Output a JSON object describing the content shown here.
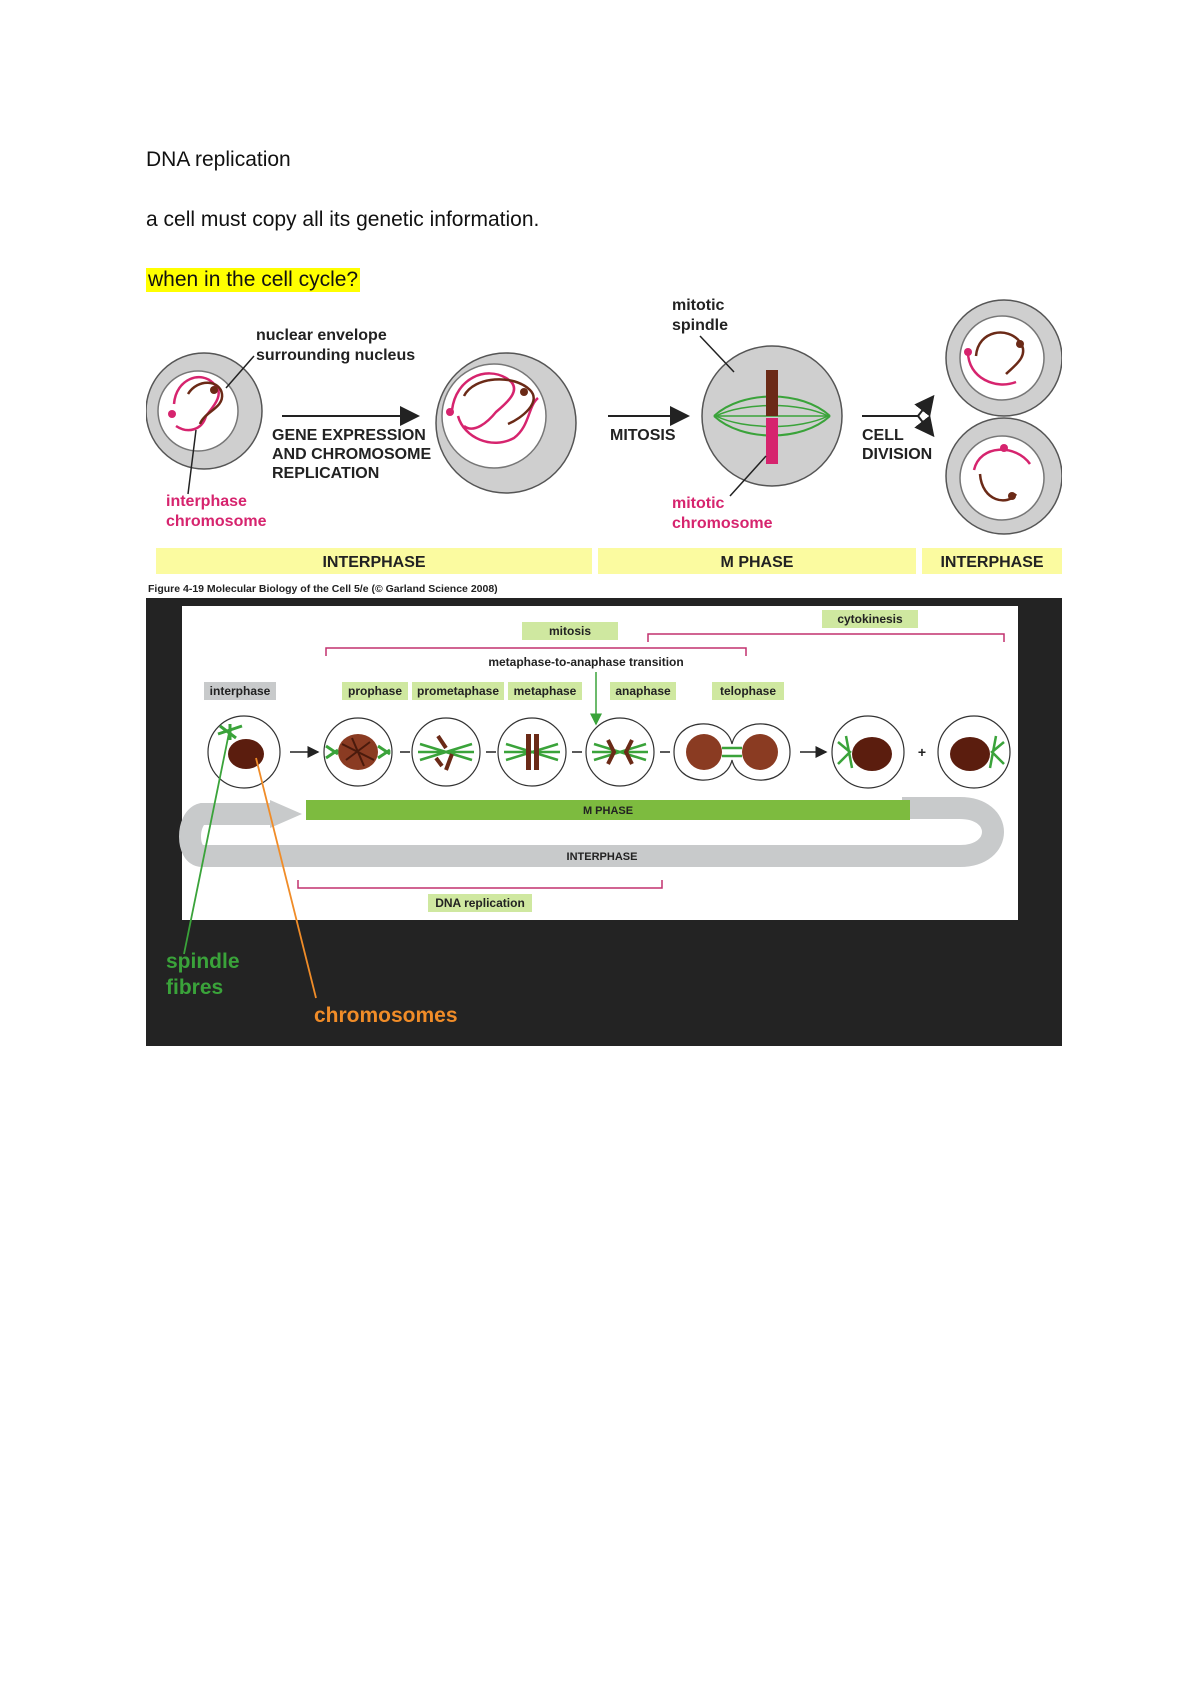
{
  "heading": "DNA replication",
  "intro": "a cell must copy all its genetic information.",
  "question": "when in the cell cycle?",
  "figure1": {
    "nuclear_label_1": "nuclear envelope",
    "nuclear_label_2": "surrounding nucleus",
    "gene_label_1": "GENE EXPRESSION",
    "gene_label_2": "AND CHROMOSOME",
    "gene_label_3": "REPLICATION",
    "mitosis_label": "MITOSIS",
    "spindle_label_1": "mitotic",
    "spindle_label_2": "spindle",
    "division_label_1": "CELL",
    "division_label_2": "DIVISION",
    "interphase_chr_1": "interphase",
    "interphase_chr_2": "chromosome",
    "mitotic_chr_1": "mitotic",
    "mitotic_chr_2": "chromosome",
    "bar_interphase_1": "INTERPHASE",
    "bar_mphase": "M PHASE",
    "bar_interphase_2": "INTERPHASE",
    "caption": "Figure 4-19 Molecular Biology of the Cell 5/e (© Garland Science 2008)",
    "colors": {
      "magenta": "#d6246e",
      "brown": "#6b2a17",
      "green": "#3aa33a",
      "bar": "#fbfba0",
      "cell": "#c8c8c8"
    }
  },
  "figure2": {
    "mitosis": "mitosis",
    "cytokinesis": "cytokinesis",
    "transition": "metaphase-to-anaphase transition",
    "interphase": "interphase",
    "prophase": "prophase",
    "prometaphase": "prometaphase",
    "metaphase": "metaphase",
    "anaphase": "anaphase",
    "telophase": "telophase",
    "plus": "+",
    "m_phase": "M  PHASE",
    "interphase_band": "INTERPHASE",
    "dna_replication": "DNA replication",
    "spindle_1": "spindle",
    "spindle_2": "fibres",
    "chromosomes": "chromosomes",
    "colors": {
      "panel": "#232323",
      "label_green": "#cfe8a0",
      "band_green": "#7dbb3f",
      "band_grey": "#c8cacb",
      "bracket": "#c2306e",
      "annot_green": "#3aa33a",
      "annot_orange": "#f08c28",
      "nucleus": "#5b1d0e"
    }
  }
}
